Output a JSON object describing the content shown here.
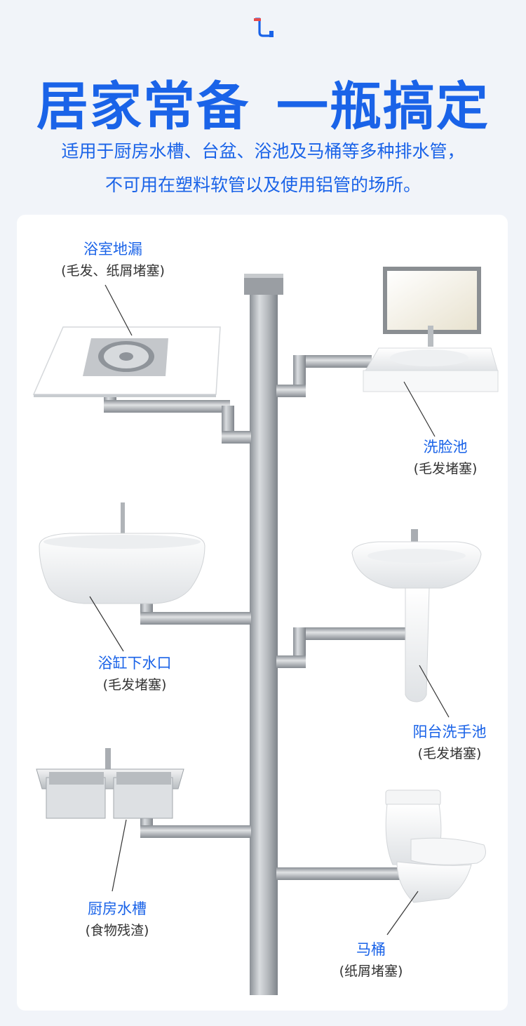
{
  "header": {
    "icon": "pipe-icon",
    "title_left": "居家常备",
    "title_right": "一瓶搞定",
    "subtitle_line1": "适用于厨房水槽、台盆、浴池及马桶等多种排水管，",
    "subtitle_line2": "不可用在塑料软管以及使用铝管的场所。"
  },
  "colors": {
    "accent": "#1a63e8",
    "pipe": "#a9adb2",
    "background": "#f1f4f9"
  },
  "fixtures": [
    {
      "id": "floor-drain",
      "name": "浴室地漏",
      "cause": "(毛发、纸屑堵塞)",
      "icon": "floor-drain-icon"
    },
    {
      "id": "washbasin",
      "name": "洗脸池",
      "cause": "(毛发堵塞)",
      "icon": "washbasin-icon"
    },
    {
      "id": "bathtub",
      "name": "浴缸下水口",
      "cause": "(毛发堵塞)",
      "icon": "bathtub-icon"
    },
    {
      "id": "balcony-sink",
      "name": "阳台洗手池",
      "cause": "(毛发堵塞)",
      "icon": "pedestal-sink-icon"
    },
    {
      "id": "kitchen-sink",
      "name": "厨房水槽",
      "cause": "(食物残渣)",
      "icon": "kitchen-sink-icon"
    },
    {
      "id": "toilet",
      "name": "马桶",
      "cause": "(纸屑堵塞)",
      "icon": "toilet-icon"
    }
  ]
}
